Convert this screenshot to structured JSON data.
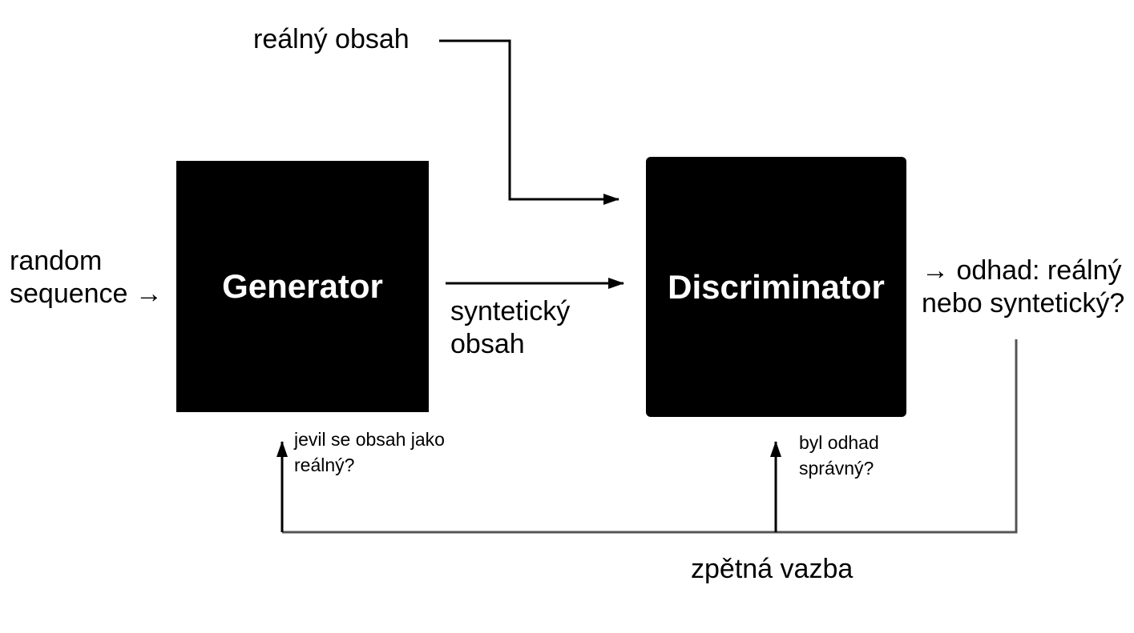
{
  "nodes": {
    "generator": "Generator",
    "discriminator": "Discriminator"
  },
  "labels": {
    "real_content": "reálný obsah",
    "random_sequence": [
      "random",
      "sequence →"
    ],
    "synthetic_content": [
      "syntetický",
      "obsah"
    ],
    "estimate": [
      "→ odhad: reálný",
      "nebo syntetický?"
    ],
    "generator_feedback_question": [
      "jevil se obsah jako",
      "reálný?"
    ],
    "discriminator_feedback_question": [
      "byl odhad",
      "správný?"
    ],
    "feedback": "zpětná vazba"
  },
  "colors": {
    "box": "#000000",
    "box_text": "#ffffff",
    "line": "#000000",
    "feedback_line": "#555555"
  }
}
